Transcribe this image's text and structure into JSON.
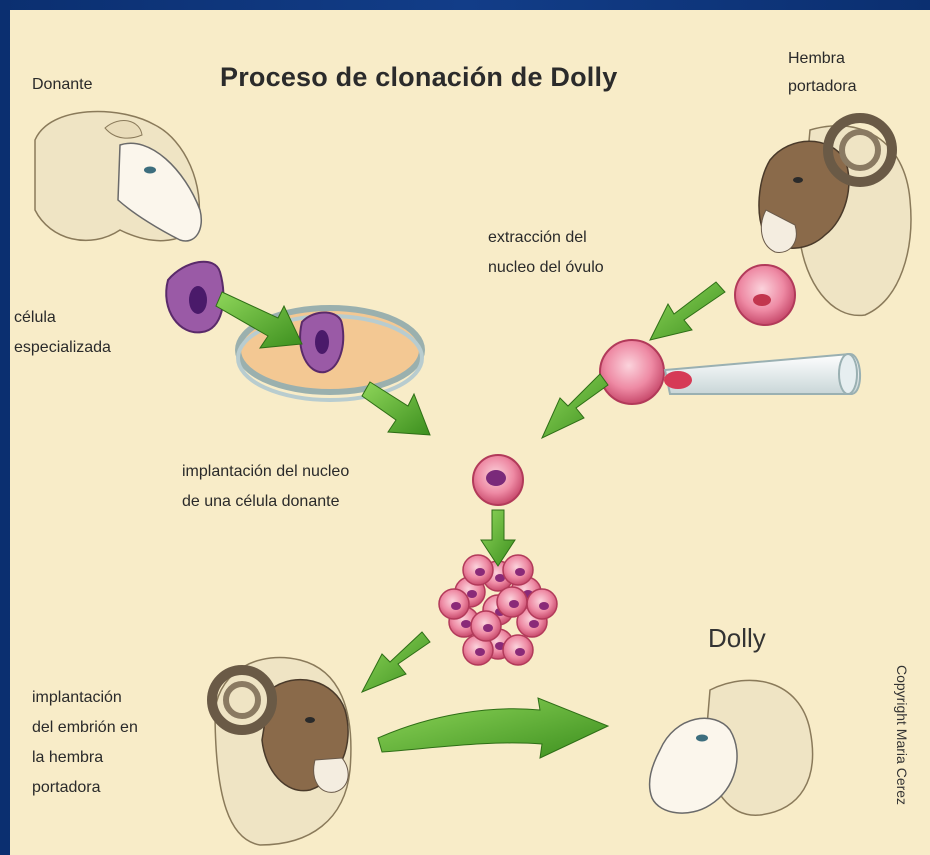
{
  "title": "Proceso de clonación de Dolly",
  "labels": {
    "donante": "Donante",
    "hembra_portadora": [
      "Hembra",
      "portadora"
    ],
    "extraccion": [
      "extracción del",
      "nucleo del óvulo"
    ],
    "celula": [
      "célula",
      "especializada"
    ],
    "implantacion_nucleo": [
      "implantación del nucleo",
      "de una célula donante"
    ],
    "implantacion_embrion": [
      "implantación",
      "del embrión en",
      "la hembra",
      "portadora"
    ],
    "dolly": "Dolly",
    "copyright": "Copyright Maria Cerez"
  },
  "colors": {
    "frame": "#0b2f70",
    "background": "#f8ecc8",
    "arrow": "#5cb82e",
    "cell": "#e87a9a",
    "donor_cell": "#8a4a9a"
  }
}
